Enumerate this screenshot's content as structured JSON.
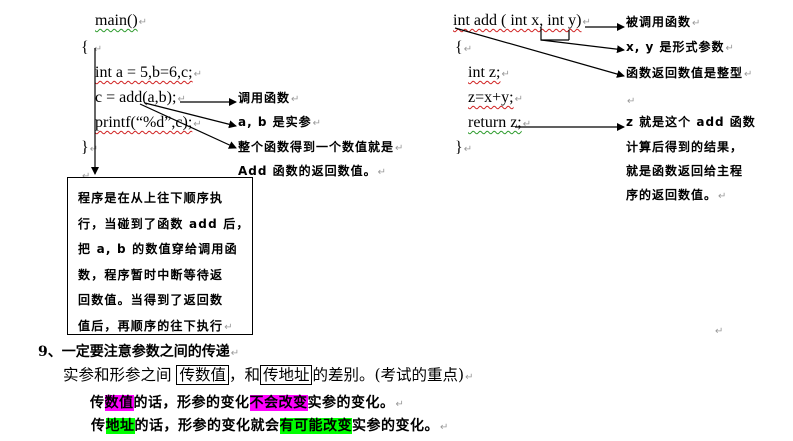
{
  "left_code": {
    "main": "main()",
    "open_brace": "{",
    "decl": "int a = 5,b=6,c;",
    "call": "c = add(a,b);",
    "print": "printf(“%d”,c);",
    "close_brace": "}"
  },
  "left_notes": {
    "call_function": "调用函数",
    "actual_params": "a, b 是实参",
    "return_value_1": "整个函数得到一个数值就是",
    "return_value_2": "Add 函数的返回数值。"
  },
  "flow_box": {
    "lines": [
      "程序是在从上往下顺序执",
      "行，当碰到了函数 add 后，",
      "把 a, b 的数值穿给调用函",
      "数，程序暂时中断等待返",
      "回数值。当得到了返回数",
      "值后，再顺序的往下执行"
    ]
  },
  "right_code": {
    "signature": "int add ( int x, int y)",
    "open_brace": "{",
    "decl": "int z;",
    "assign": "z=x+y;",
    "ret": "return z;",
    "close_brace": "}"
  },
  "right_notes": {
    "called_function": "被调用函数",
    "formal_params": "x, y 是形式参数",
    "return_type": "函数返回数值是整型",
    "result_lines": [
      "z 就是这个 add 函数",
      "计算后得到的结果，",
      "就是函数返回给主程",
      "序的返回数值。"
    ]
  },
  "section": {
    "heading": "9、一定要注意参数之间的传递",
    "line2": {
      "prefix": "实参和形参之间 ",
      "boxed1": "传数值",
      "mid": "，和",
      "boxed2": "传地址",
      "suffix": "的差别。(考试的重点)"
    },
    "line3": {
      "prefix": "传",
      "hl1": "数值",
      "mid": "的话，形参的变化",
      "hl2": "不会改变",
      "suffix": "实参的变化。"
    },
    "line4": {
      "prefix": "传",
      "hl1": "地址",
      "mid": "的话，形参的变化就会",
      "hl2": "有可能改变",
      "suffix": "实参的变化。"
    }
  },
  "paragraph_mark": "↵",
  "colors": {
    "highlight_magenta": "#ff00ff",
    "highlight_green": "#00ff00",
    "spell_error": "#d02020",
    "grammar_error": "#2a9a2a"
  }
}
